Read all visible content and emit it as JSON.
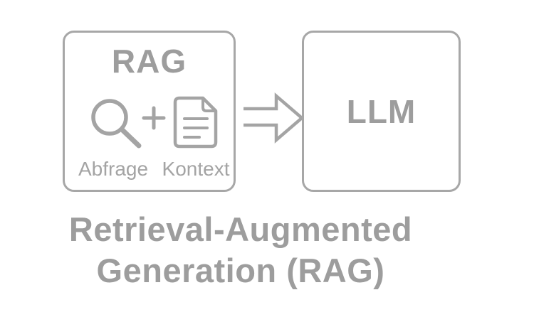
{
  "colors": {
    "box_border": "#a7a7a7",
    "title_text": "#9d9d9d",
    "icon_stroke": "#a4a4a4",
    "label_text": "#a4a4a4",
    "arrow_stroke": "#a4a4a4",
    "caption_text": "#9d9d9d"
  },
  "diagram": {
    "rag_box": {
      "title": "RAG",
      "plus_sign": "+",
      "icons": [
        {
          "name": "magnifier-icon",
          "label": "Abfrage"
        },
        {
          "name": "document-icon",
          "label": "Kontext"
        }
      ]
    },
    "arrow": {
      "name": "right-arrow",
      "direction": "right"
    },
    "llm_box": {
      "title": "LLM"
    }
  },
  "caption": {
    "line1": "Retrieval-Augmented",
    "line2": "Generation (RAG)"
  }
}
